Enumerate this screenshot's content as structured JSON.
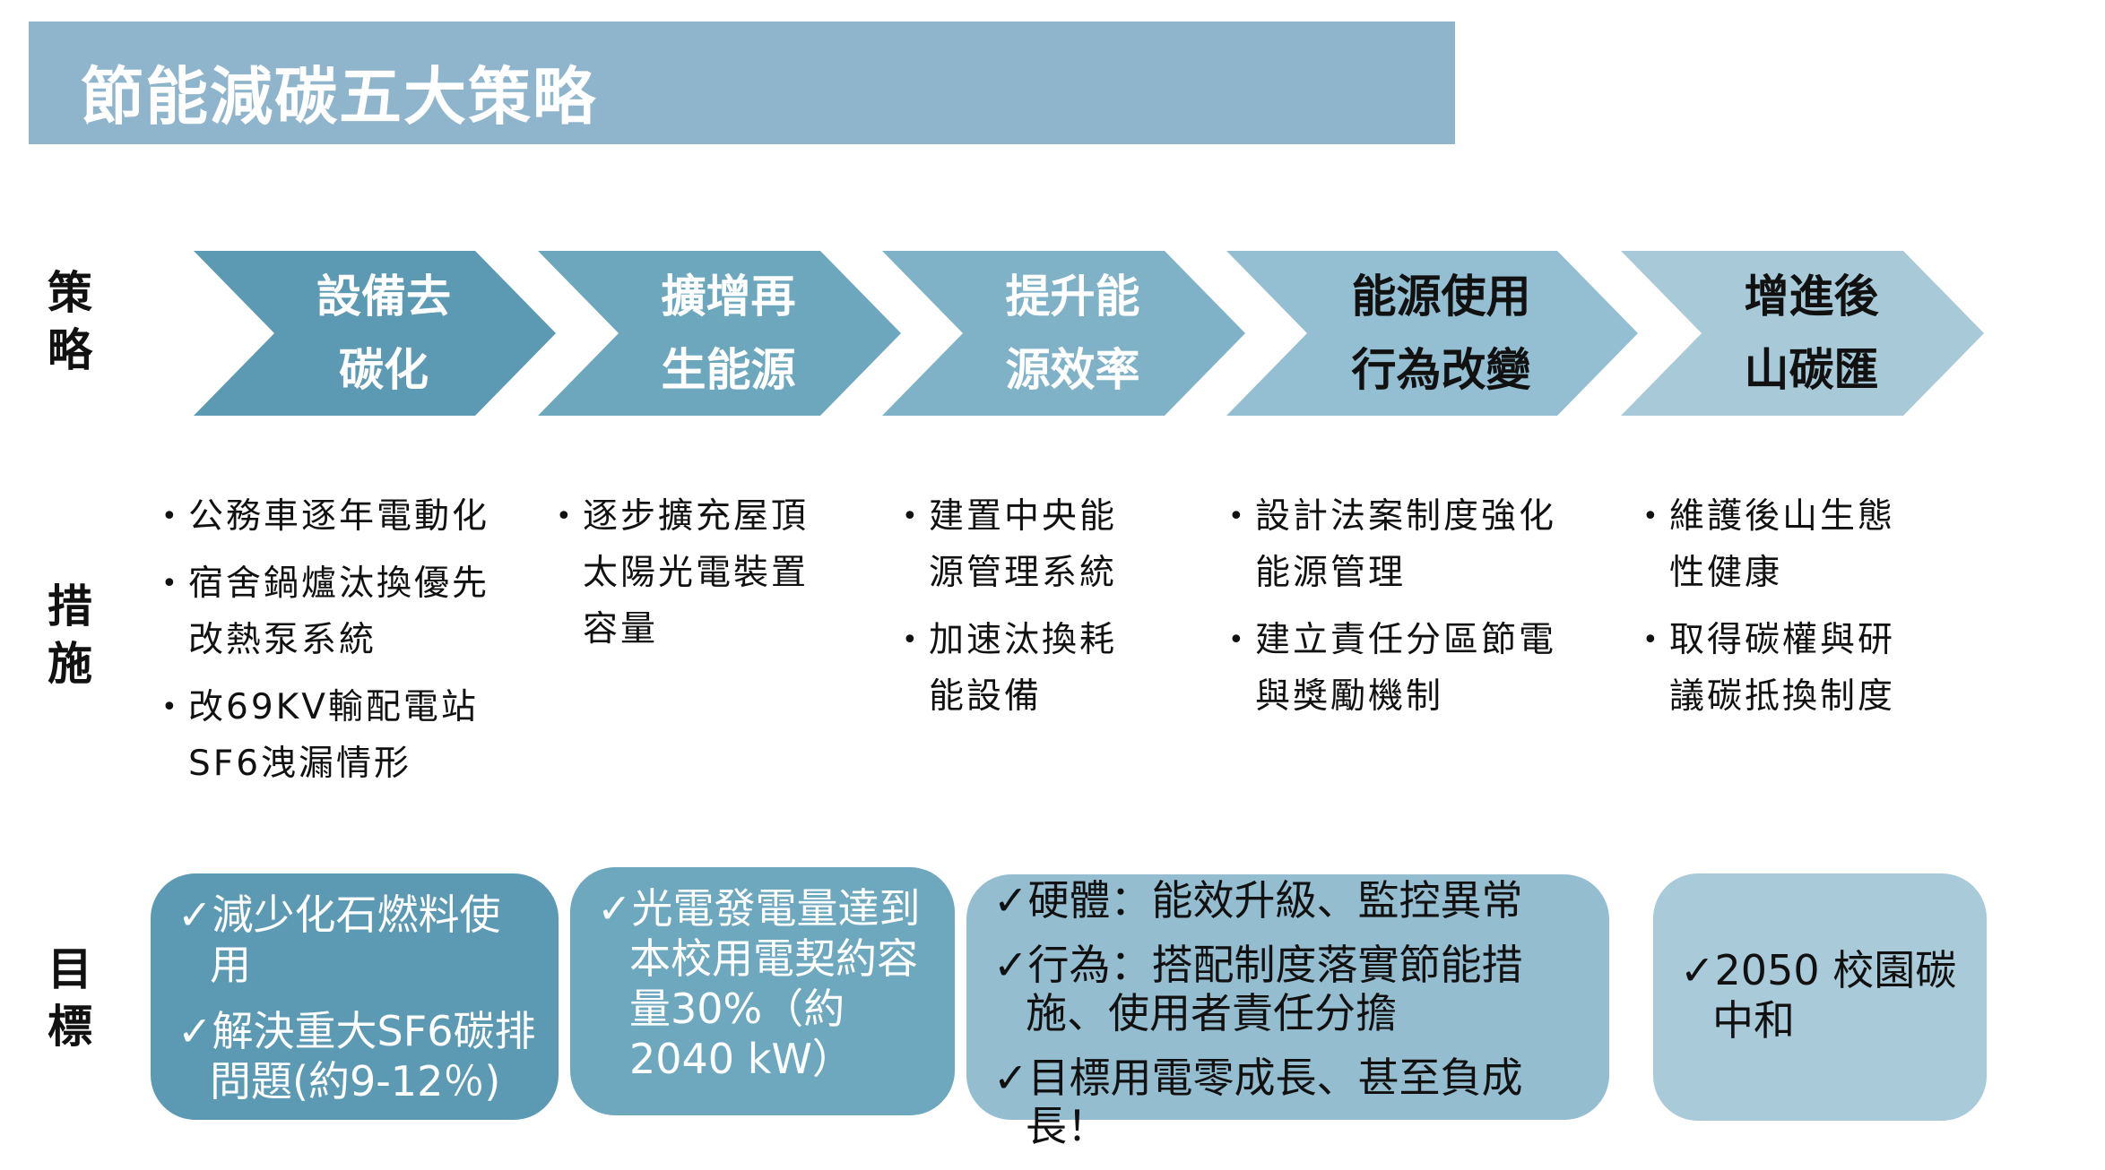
{
  "title": "節能減碳五大策略",
  "labels": {
    "strategy": [
      "策",
      "略"
    ],
    "measures": [
      "措",
      "施"
    ],
    "goals": [
      "目",
      "標"
    ]
  },
  "colors": {
    "title_bar": "#8fb5cc",
    "chevrons": [
      "#5c9ab3",
      "#6ca7bd",
      "#7fb2c6",
      "#94bed1",
      "#a8cad8"
    ],
    "goal_boxes": [
      "#5c9ab3",
      "#6ea8bf",
      "#95bdd0",
      "#a9cad8"
    ]
  },
  "strategies": [
    {
      "lines": [
        "設備去",
        "碳化"
      ]
    },
    {
      "lines": [
        "擴增再",
        "生能源"
      ]
    },
    {
      "lines": [
        "提升能",
        "源效率"
      ]
    },
    {
      "lines": [
        "能源使用",
        "行為改變"
      ]
    },
    {
      "lines": [
        "增進後",
        "山碳匯"
      ]
    }
  ],
  "measures": [
    [
      [
        "公務車逐年電動化"
      ],
      [
        "宿舍鍋爐汰換優先",
        "改熱泵系統"
      ],
      [
        "改69KV輸配電站",
        "SF6洩漏情形"
      ]
    ],
    [
      [
        "逐步擴充屋頂",
        "太陽光電裝置",
        "容量"
      ]
    ],
    [
      [
        "建置中央能",
        "源管理系統"
      ],
      [
        "加速汰換耗",
        "能設備"
      ]
    ],
    [
      [
        "設計法案制度強化",
        "能源管理"
      ],
      [
        "建立責任分區節電",
        "與獎勵機制"
      ]
    ],
    [
      [
        "維護後山生態",
        "性健康"
      ],
      [
        "取得碳權與研",
        "議碳抵換制度"
      ]
    ]
  ],
  "goals": [
    [
      "✓減少化石燃料使用",
      "✓解決重大SF6碳排問題(約9-12％)"
    ],
    [
      "✓光電發電量達到本校用電契約容量30%（約2040 kW）"
    ],
    [
      "✓硬體：能效升級、監控異常",
      "✓行為：搭配制度落實節能措施、使用者責任分擔",
      "✓目標用電零成長、甚至負成長！"
    ],
    [
      "✓2050 校園碳中和"
    ]
  ]
}
